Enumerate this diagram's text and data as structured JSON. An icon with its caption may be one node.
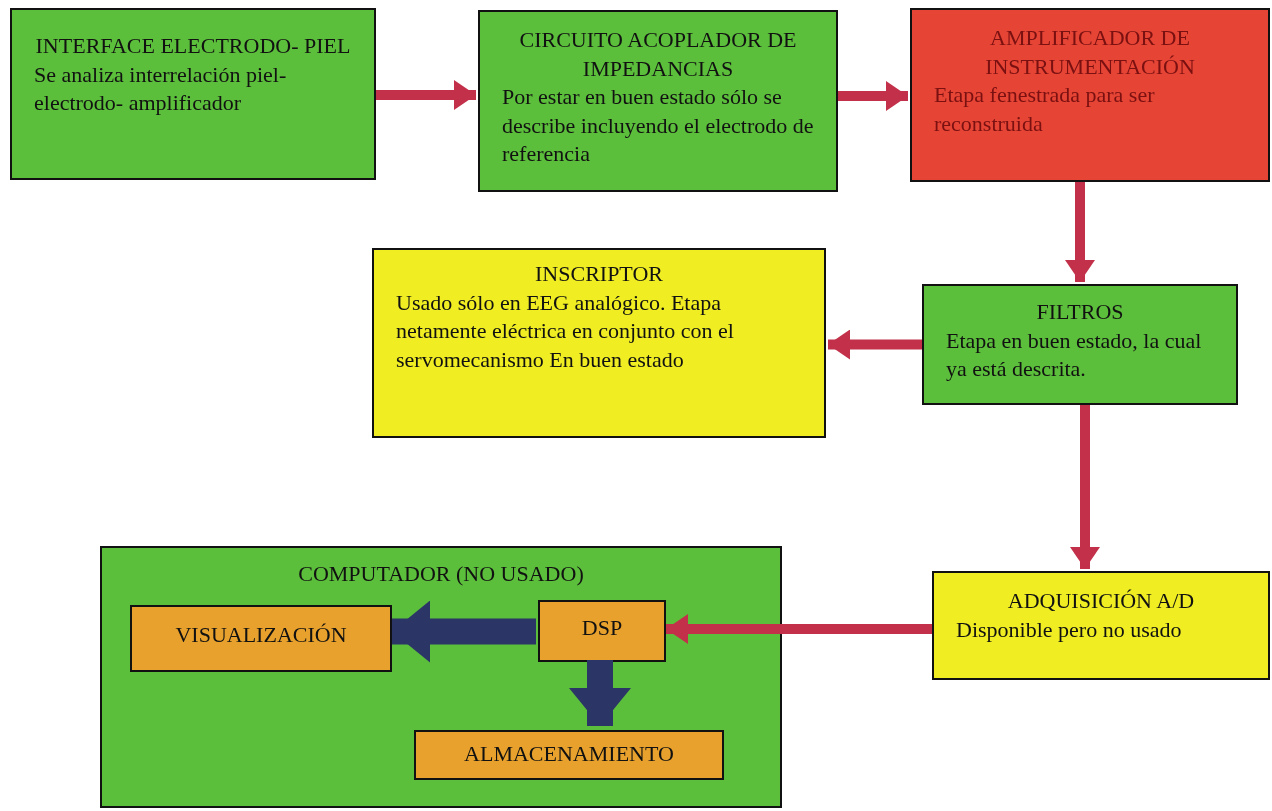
{
  "diagram": {
    "nodes": [
      {
        "text": [
          "INTERFACE ELECTRODO- PIEL",
          "Se analiza interrelación piel- electrodo- amplificador"
        ]
      },
      {
        "text": [
          "CIRCUITO ACOPLADOR DE IMPEDANCIAS",
          "Por estar en buen estado sólo se describe incluyendo el electrodo de referencia"
        ]
      },
      {
        "text": [
          "AMPLIFICADOR DE INSTRUMENTACIÓN",
          "Etapa fenestrada para ser reconstruida"
        ]
      },
      {
        "text": [
          "INSCRIPTOR",
          "Usado sólo en EEG analógico. Etapa netamente eléctrica en conjunto con el servomecanismo En buen estado"
        ]
      },
      {
        "text": [
          "FILTROS",
          "Etapa en buen estado, la cual ya está descrita."
        ]
      },
      {
        "text": [
          "COMPUTADOR (NO USADO)"
        ]
      },
      {
        "text": [
          "VISUALIZACIÓN"
        ],
        "in": 5
      },
      {
        "text": [
          "DSP"
        ],
        "in": 5
      },
      {
        "text": [
          "ALMACENAMIENTO"
        ],
        "in": 5
      },
      {
        "text": [
          "ADQUISICIÓN A/D",
          "Disponible pero no usado"
        ]
      }
    ],
    "edges": [
      {
        "from": 0,
        "to": 1,
        "arrow": "to"
      },
      {
        "from": 1,
        "to": 2,
        "arrow": "to"
      },
      {
        "from": 2,
        "to": 4,
        "arrow": "to"
      },
      {
        "from": 4,
        "to": 3,
        "arrow": "to"
      },
      {
        "from": 4,
        "to": 9,
        "arrow": "to"
      },
      {
        "from": 9,
        "to": 7,
        "arrow": "to"
      },
      {
        "from": 7,
        "to": 6,
        "arrow": "to",
        "style": "thick",
        "color": "#2b3566"
      },
      {
        "from": 7,
        "to": 8,
        "arrow": "to",
        "style": "thick",
        "color": "#2b3566"
      }
    ]
  }
}
